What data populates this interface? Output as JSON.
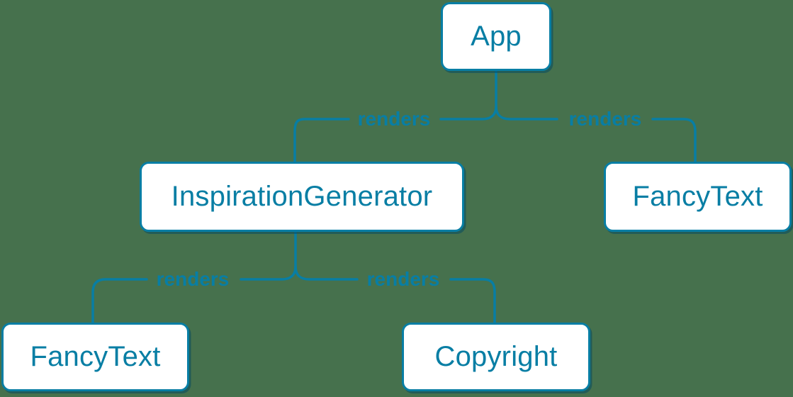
{
  "diagram": {
    "description": "React component render tree",
    "background_color": "#46714d",
    "accent_color": "#087ea4",
    "node_fill_color": "#ffffff",
    "nodes": [
      {
        "id": "app",
        "label": "App"
      },
      {
        "id": "inspiration-generator",
        "label": "InspirationGenerator"
      },
      {
        "id": "fancy-text-top",
        "label": "FancyText"
      },
      {
        "id": "fancy-text-bottom",
        "label": "FancyText"
      },
      {
        "id": "copyright",
        "label": "Copyright"
      }
    ],
    "edges": [
      {
        "from": "App",
        "to": "InspirationGenerator",
        "label": "renders"
      },
      {
        "from": "App",
        "to": "FancyText",
        "label": "renders"
      },
      {
        "from": "InspirationGenerator",
        "to": "FancyText",
        "label": "renders"
      },
      {
        "from": "InspirationGenerator",
        "to": "Copyright",
        "label": "renders"
      }
    ]
  }
}
